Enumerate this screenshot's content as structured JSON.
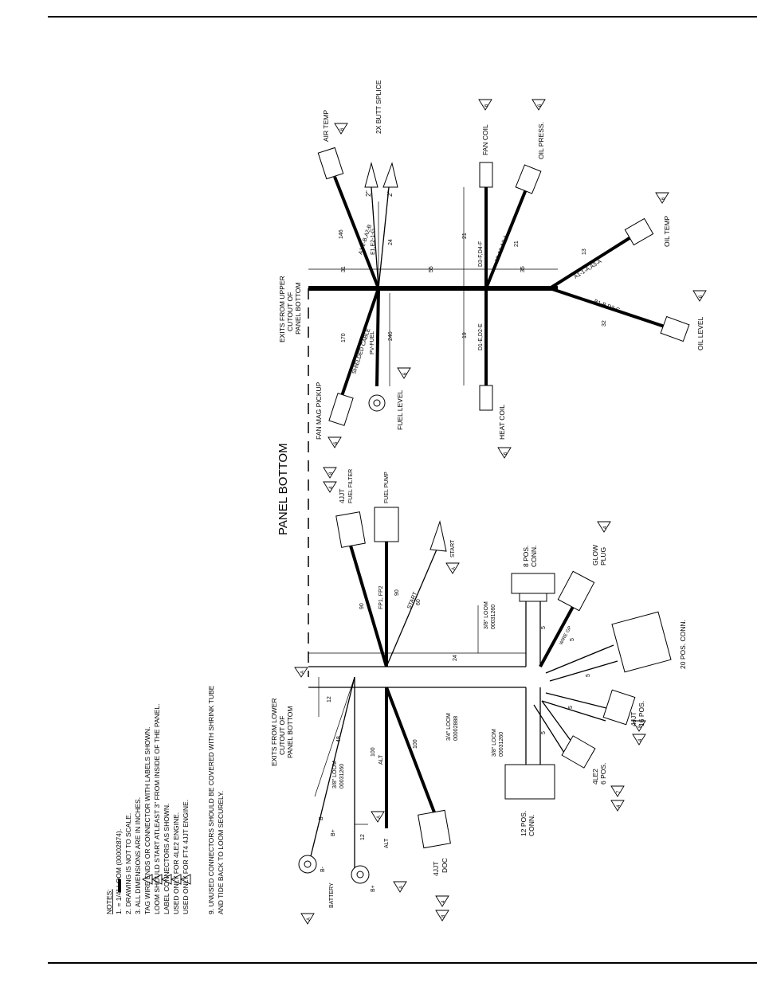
{
  "title": "PANEL BOTTOM",
  "notes": {
    "heading": "NOTES:",
    "items": [
      "1.       = 1/4\" LOOM (00002874).",
      "2. DRAWING IS NOT TO SCALE.",
      "3. ALL DIMENSIONS ARE IN INCHES.",
      "    TAG WIRE ENDS OR CONNECTOR WITH LABELS SHOWN.",
      "    LOOM SHOULD START ATLEAST 3\" FROM INSIDE OF THE PANEL.",
      "    LABEL CONNECTORS AS SHOWN.",
      "    USED ONLY FOR 4LE2 ENGINE.",
      "    USED ONLY FOR FT4 4JJT ENGINE.",
      "9. UNUSED CONNECTORS SHOULD BE COVERED WITH SHRINK TUBE",
      "    AND TIDE BACK TO LOOM SECURELY."
    ]
  },
  "exits": {
    "lower": [
      "EXITS FROM LOWER",
      "CUTOUT OF",
      "PANEL BOTTOM"
    ],
    "upper": [
      "EXITS FROM UPPER",
      "CUTOUT OF",
      "PANEL BOTTOM"
    ]
  },
  "triangles": {
    "4": "4",
    "5": "5",
    "6": "6",
    "7": "7",
    "8": "8",
    "A": "A"
  },
  "lower_harness": {
    "battery": "BATTERY",
    "b_minus": "B-",
    "b_plus": "B+",
    "alt": "ALT",
    "doc": [
      "4JJT",
      "DOC"
    ],
    "loom_38_a": [
      "3/8\" LOOM",
      "00031260"
    ],
    "loom_34": [
      "3/4\" LOOM",
      "00002888"
    ],
    "loom_38_b": [
      "3/8\" LOOM",
      "00031260"
    ],
    "loom_38_c": [
      "3/8\" LOOM",
      "00031260"
    ],
    "fuel_filter": [
      "4JJT",
      "FUEL FILTER"
    ],
    "fuel_pump": "FUEL PUMP",
    "start": "START",
    "fp": "FP1, FP2",
    "conn_8": [
      "8 POS.",
      "CONN."
    ],
    "glow_plug": [
      "GLOW",
      "PLUG"
    ],
    "conn_20": "20 POS. CONN.",
    "conn_16": [
      "4JJT",
      "16 POS."
    ],
    "conn_6": [
      "4LE2",
      "6 POS."
    ],
    "conn_12": [
      "12 POS.",
      "CONN."
    ],
    "wire_gp": "WIRE GP",
    "dims": {
      "d12a": "12",
      "d48": "48",
      "d12b": "12",
      "d100a": "100",
      "d100b": "100",
      "d24": "24",
      "d90a": "90",
      "d90b": "90",
      "d60": "60",
      "d5a": "5",
      "d5b": "5",
      "d5c": "5",
      "d5d": "5",
      "d5e": "5"
    }
  },
  "upper_harness": {
    "fan_mag": "FAN MAG PICKUP",
    "shielded": "SHIELDED CABLE",
    "pv_fuel": "PV-FUEL",
    "fuel_level": "FUEL LEVEL",
    "air_temp": "AIR TEMP",
    "butt_splice": "2X BUTT SPLICE",
    "e1": "E1,E2-1-G",
    "a1b": "A1-2-B,A2-B",
    "two_a": "2\"",
    "two_b": "2\"",
    "fan_coil": "FAN COIL",
    "heat_coil": "HEAT COIL",
    "d3f": "D3-F,D4-F",
    "d1e": "D1-E,D2-E",
    "oil_press": "OIL PRESS.",
    "a5": "A5,A6,A8-1",
    "oil_temp": "OIL TEMP",
    "a1a": "A1-1-A,A3-A",
    "oil_level": "OIL LEVEL",
    "b1": "B1-B,D3-G",
    "dims": {
      "d170": "170",
      "d246": "246",
      "d31": "31",
      "d146": "146",
      "d24u": "24",
      "d55": "55",
      "d21a": "21",
      "d19": "19",
      "d21b": "21",
      "d35": "35",
      "d13": "13",
      "d32": "32"
    }
  }
}
